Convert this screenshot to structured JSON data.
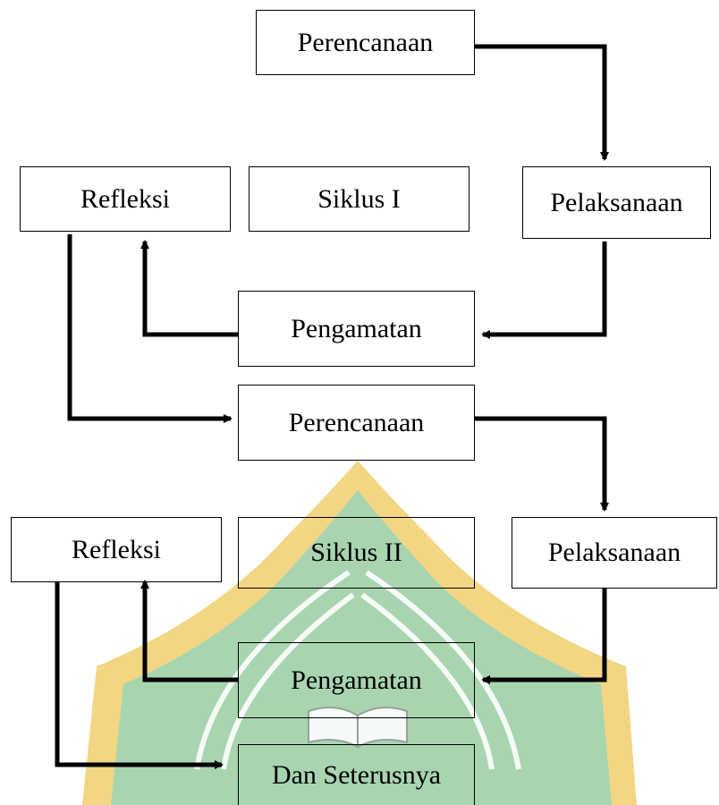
{
  "cycle1": {
    "planning": "Perencanaan",
    "acting": "Pelaksanaan",
    "observing": "Pengamatan",
    "reflecting": "Refleksi",
    "label": "Siklus I"
  },
  "cycle2": {
    "planning": "Perencanaan",
    "acting": "Pelaksanaan",
    "observing": "Pengamatan",
    "reflecting": "Refleksi",
    "label": "Siklus II"
  },
  "continuation": "Dan Seterusnya",
  "colors": {
    "watermark_green": "#a8d5b0",
    "watermark_gold": "#f0cf6e",
    "line": "#000000"
  },
  "watermark_icon": "university-emblem-icon"
}
